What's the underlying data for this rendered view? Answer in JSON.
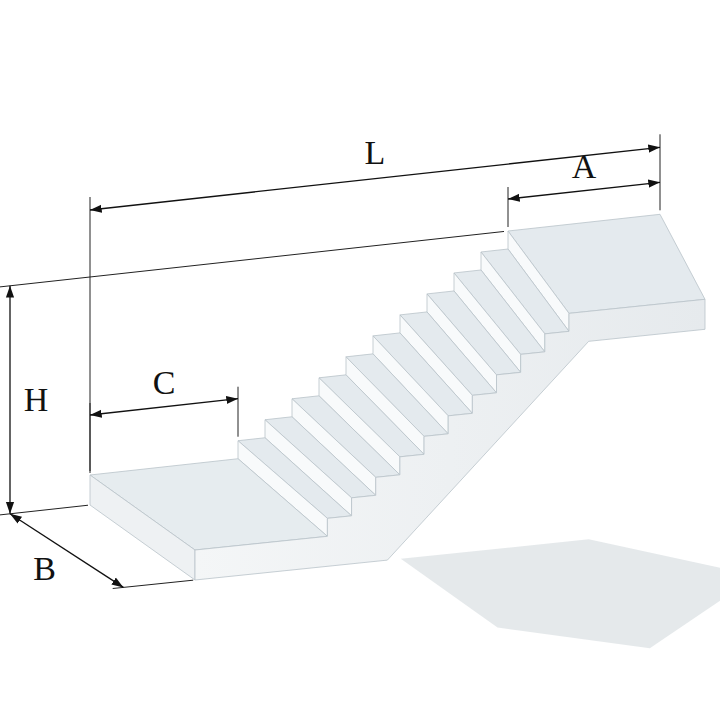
{
  "diagram": {
    "labels": [
      "L",
      "A",
      "H",
      "C",
      "B"
    ]
  }
}
